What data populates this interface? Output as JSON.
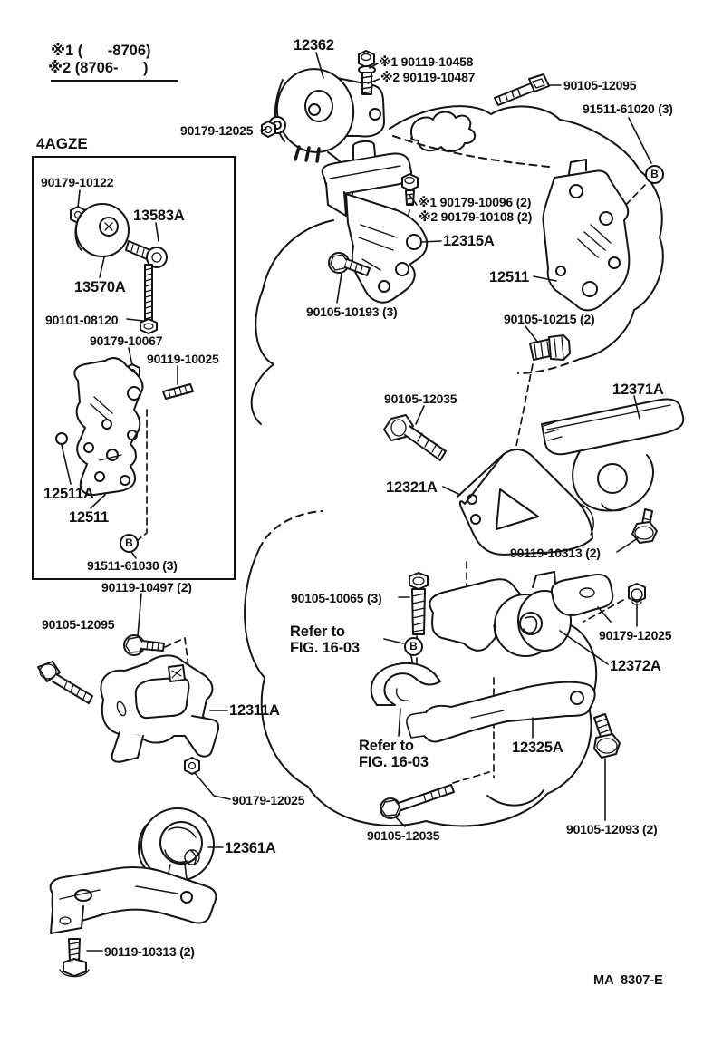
{
  "page": {
    "notes": {
      "line1": "※1 (      -8706)",
      "line2": "※2 (8706-      )"
    },
    "box_label": "4AGZE",
    "doc_code": "MA  8307-E",
    "colors": {
      "ink": "#151515",
      "paper": "#ffffff"
    }
  },
  "markers": [
    {
      "label": "B"
    },
    {
      "label": "B"
    },
    {
      "label": "B"
    }
  ],
  "labels": [
    {
      "name": "12362",
      "text": "12362"
    },
    {
      "name": "90119-10458",
      "text": "※1 90119-10458"
    },
    {
      "name": "90119-10487",
      "text": "※2 90119-10487"
    },
    {
      "name": "90105-12095-top",
      "text": "90105-12095"
    },
    {
      "name": "91511-61020",
      "text": "91511-61020 (3)"
    },
    {
      "name": "90179-12025-top",
      "text": "90179-12025"
    },
    {
      "name": "90179-10122",
      "text": "90179-10122"
    },
    {
      "name": "13583A",
      "text": "13583A"
    },
    {
      "name": "13570A",
      "text": "13570A"
    },
    {
      "name": "90101-08120",
      "text": "90101-08120"
    },
    {
      "name": "90179-10067",
      "text": "90179-10067"
    },
    {
      "name": "90119-10025",
      "text": "90119-10025"
    },
    {
      "name": "90179-10096",
      "text": "※1 90179-10096 (2)"
    },
    {
      "name": "90179-10108",
      "text": "※2 90179-10108 (2)"
    },
    {
      "name": "12315A",
      "text": "12315A"
    },
    {
      "name": "12511-right",
      "text": "12511"
    },
    {
      "name": "90105-10193",
      "text": "90105-10193 (3)"
    },
    {
      "name": "90105-10215",
      "text": "90105-10215 (2)"
    },
    {
      "name": "12511A",
      "text": "12511A"
    },
    {
      "name": "12511-box",
      "text": "12511"
    },
    {
      "name": "91511-61030",
      "text": "91511-61030 (3)"
    },
    {
      "name": "90119-10497",
      "text": "90119-10497 (2)"
    },
    {
      "name": "90105-12035-mid",
      "text": "90105-12035"
    },
    {
      "name": "12371A",
      "text": "12371A"
    },
    {
      "name": "12321A",
      "text": "12321A"
    },
    {
      "name": "90119-10313-right",
      "text": "90119-10313 (2)"
    },
    {
      "name": "90105-10065",
      "text": "90105-10065 (3)"
    },
    {
      "name": "90105-12095-left",
      "text": "90105-12095"
    },
    {
      "name": "refer-fig-upper",
      "text": "Refer to\nFIG. 16-03"
    },
    {
      "name": "90179-12025-right",
      "text": "90179-12025"
    },
    {
      "name": "12372A",
      "text": "12372A"
    },
    {
      "name": "12311A",
      "text": "12311A"
    },
    {
      "name": "12325A",
      "text": "12325A"
    },
    {
      "name": "refer-fig-lower",
      "text": "Refer to\nFIG. 16-03"
    },
    {
      "name": "90179-12025-botleft",
      "text": "90179-12025"
    },
    {
      "name": "90105-12035-bottom",
      "text": "90105-12035"
    },
    {
      "name": "90105-12093",
      "text": "90105-12093 (2)"
    },
    {
      "name": "12361A",
      "text": "12361A"
    },
    {
      "name": "90119-10313-bottom",
      "text": "90119-10313 (2)"
    }
  ]
}
